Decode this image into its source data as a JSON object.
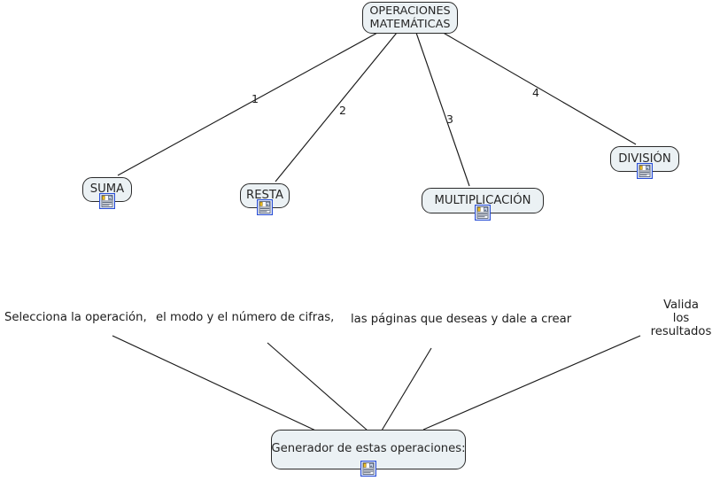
{
  "document": {
    "type": "concept-map",
    "language": "es",
    "background_color": "#ffffff",
    "node_fill_color": "#ebf1f4",
    "node_border_color": "#2a2a2a",
    "line_color": "#1a1a1a"
  },
  "nodes": [
    {
      "id": "root",
      "label_line1": "OPERACIONES",
      "label_line2": "MATEMÁTICAS",
      "icon": "resource-document-icon",
      "has_icon": false
    },
    {
      "id": "suma",
      "label": "SUMA",
      "icon": "resource-document-icon",
      "has_icon": true
    },
    {
      "id": "resta",
      "label": "RESTA",
      "icon": "resource-document-icon",
      "has_icon": true
    },
    {
      "id": "multiplicacion",
      "label": "MULTIPLICACIÓN",
      "icon": "resource-document-icon",
      "has_icon": true
    },
    {
      "id": "division",
      "label": "DIVISIÓN",
      "icon": "resource-document-icon",
      "has_icon": true
    },
    {
      "id": "generador",
      "label": "Generador de estas operaciones:",
      "icon": "resource-document-icon",
      "has_icon": true
    }
  ],
  "edge_labels": [
    {
      "id": "link-1",
      "text": "1"
    },
    {
      "id": "link-2",
      "text": "2"
    },
    {
      "id": "link-3",
      "text": "3"
    },
    {
      "id": "link-4",
      "text": "4"
    }
  ],
  "phrases": [
    {
      "id": "phrase-1",
      "text": "Selecciona la operación,"
    },
    {
      "id": "phrase-2",
      "text": "el modo y el número de cifras,"
    },
    {
      "id": "phrase-3",
      "text": "las páginas que deseas y dale a crear"
    },
    {
      "id": "phrase-4-line1",
      "text": "Valida"
    },
    {
      "id": "phrase-4-line2",
      "text": "los"
    },
    {
      "id": "phrase-4-line3",
      "text": "resultados"
    }
  ]
}
